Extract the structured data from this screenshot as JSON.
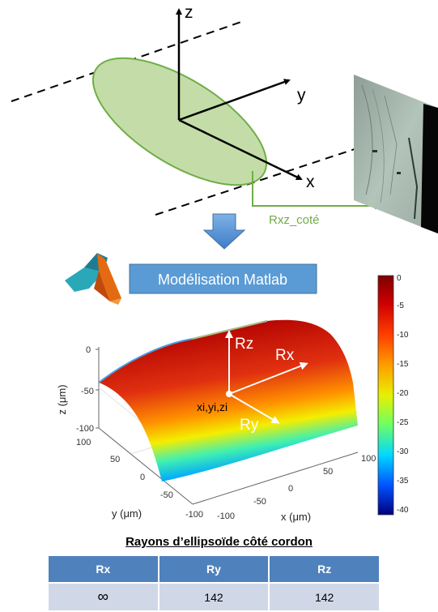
{
  "axes_top": {
    "z": "z",
    "y": "y",
    "x": "x"
  },
  "annotation_rxz": "Rxz_coté",
  "modelisation_button": "Modélisation Matlab",
  "surface_plot": {
    "z_axis_label": "z (μm)",
    "y_axis_label": "y (μm)",
    "x_axis_label": "x (μm)",
    "z_ticks": [
      "0",
      "-50",
      "-100"
    ],
    "y_ticks": [
      "100",
      "50",
      "0",
      "-50",
      "-100"
    ],
    "x_ticks": [
      "-100",
      "-50",
      "0",
      "50",
      "100"
    ],
    "vector_labels": {
      "rz": "Rz",
      "rx": "Rx",
      "ry": "Ry",
      "origin": "xi,yi,zi"
    }
  },
  "colorbar_ticks": [
    "0",
    "-5",
    "-10",
    "-15",
    "-20",
    "-25",
    "-30",
    "-35",
    "-40"
  ],
  "table": {
    "caption": "Rayons d’ellipsoïde côté cordon",
    "headers": [
      "Rx",
      "Ry",
      "Rz"
    ],
    "rows": [
      [
        "∞",
        "142",
        "142"
      ]
    ]
  },
  "colors": {
    "ellipse_fill": "#c4dda8",
    "accent_green": "#70ad47",
    "button_blue": "#5b9bd5",
    "header_blue": "#4f81bd",
    "cell_blue": "#d0d8e8"
  }
}
